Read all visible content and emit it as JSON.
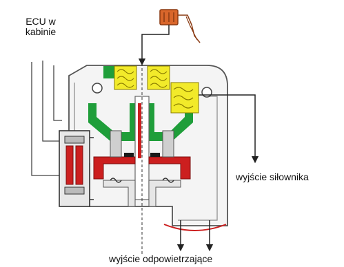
{
  "labels": {
    "ecu_line1": "ECU w",
    "ecu_line2": "kabinie",
    "actuator_output": "wyjście siłownika",
    "exhaust_output": "wyjście odpowietrzające"
  },
  "colors": {
    "housing_fill": "#f4f4f4",
    "housing_stroke": "#555555",
    "green_seal": "#1f9e3a",
    "red_piston": "#cc1f1f",
    "yellow_coil": "#f2ea2a",
    "orange_connector": "#d9662b",
    "arrow": "#222222",
    "gray_part": "#8c8c8c"
  }
}
